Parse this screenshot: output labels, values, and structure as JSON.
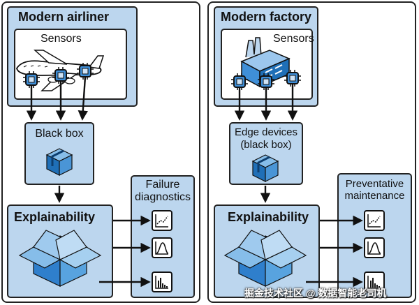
{
  "left": {
    "title": "Modern airliner",
    "sensors": "Sensors",
    "blackbox": "Black box",
    "explainability": "Explainability",
    "output_title_1": "Failure",
    "output_title_2": "diagnostics"
  },
  "right": {
    "title": "Modern factory",
    "sensors": "Sensors",
    "device_1": "Edge devices",
    "device_2": "(black box)",
    "explainability": "Explainability",
    "output_title_1": "Preventative",
    "output_title_2": "maintenance"
  },
  "watermark": "掘金技术社区 @ 数据智能老司机",
  "icons": [
    "airplane-icon",
    "factory-icon",
    "sensor-chip-icon",
    "box-icon",
    "open-box-icon",
    "trend-chart-icon",
    "bell-curve-icon",
    "bar-chart-icon",
    "arrow-icon"
  ],
  "colors": {
    "box_fill": "#bcd6ee",
    "cube_dark": "#1f6fb7",
    "cube_mid": "#4a95d6",
    "cube_light": "#86bde9",
    "outline": "#222222"
  }
}
